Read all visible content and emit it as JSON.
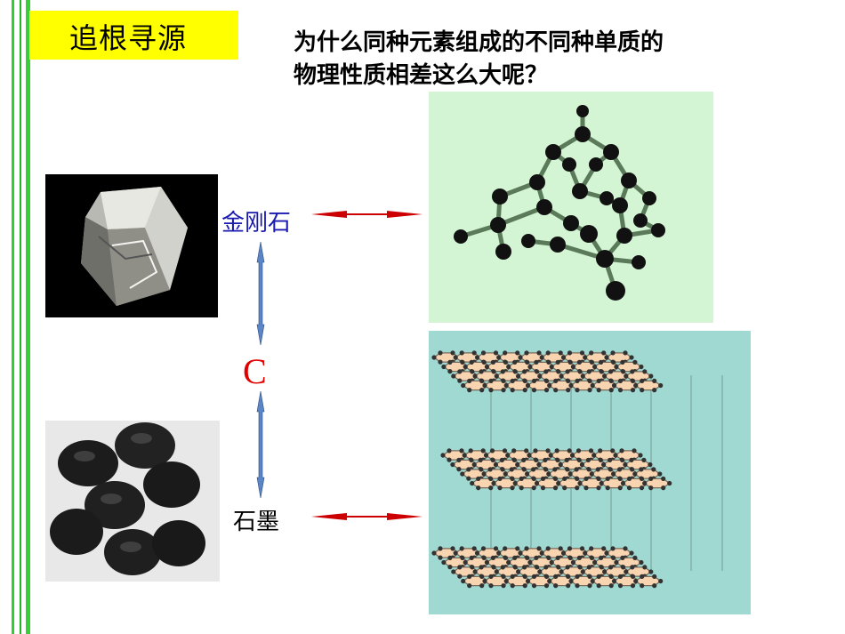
{
  "title": "追根寻源",
  "question": {
    "line1": "为什么同种元素组成的不同种单质的",
    "line2": "物理性质相差这么大呢？"
  },
  "labels": {
    "diamond": "金刚石",
    "element": "C",
    "graphite": "石墨"
  },
  "colors": {
    "title_bg": "#ffff00",
    "side_bars": "#2fcf2f",
    "diamond_label": "#1a1ab0",
    "element_label": "#e00000",
    "arrow_red": "#cc0000",
    "arrow_blue": "#5a86c8",
    "diamond_struct_bg": "#d4f5d4",
    "graphite_struct_bg": "#9fd9d2"
  }
}
